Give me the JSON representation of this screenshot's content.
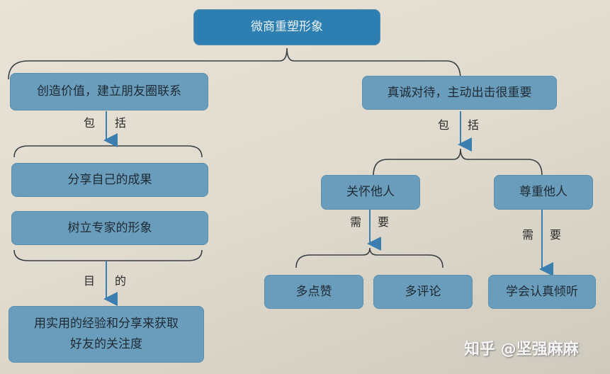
{
  "root": {
    "label": "微商重塑形象"
  },
  "left": {
    "title": "创造价值，建立朋友圈联系",
    "link1": [
      "包",
      "括"
    ],
    "items": [
      "分享自己的成果",
      "树立专家的形象"
    ],
    "link2": [
      "目",
      "的"
    ],
    "goal_line1": "用实用的经验和分享来获取",
    "goal_line2": "好友的关注度"
  },
  "right": {
    "title": "真诚对待，主动出击很重要",
    "link1": [
      "包",
      "括"
    ],
    "care": {
      "label": "关怀他人",
      "link": [
        "需",
        "要"
      ],
      "items": [
        "多点赞",
        "多评论"
      ]
    },
    "respect": {
      "label": "尊重他人",
      "link": [
        "需",
        "要"
      ],
      "item": "学会认真倾听"
    }
  },
  "watermark": "知乎 @坚强麻麻",
  "colors": {
    "root": "#2e7fb1",
    "node": "#6a9dbc",
    "line": "#3a3f44",
    "arrow": "#3b7fb0"
  }
}
